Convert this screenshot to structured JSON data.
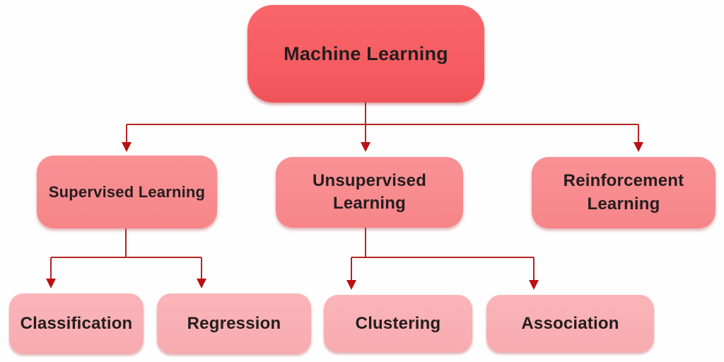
{
  "diagram": {
    "type": "hierarchy-flowchart",
    "title": "Machine Learning",
    "colors": {
      "background": "#fefefe",
      "root_fill": "#f75f63",
      "level2_fill": "#f88e91",
      "level3_fill": "#f9b1b5",
      "connector": "#b32426",
      "arrowhead": "#bd1013",
      "text": "#241d1f"
    },
    "nodes": {
      "root": {
        "label": "Machine Learning"
      },
      "supervised": {
        "label": "Supervised Learning"
      },
      "unsupervised": {
        "label": "Unsupervised Learning"
      },
      "reinforcement": {
        "label": "Reinforcement Learning"
      },
      "classification": {
        "label": "Classification"
      },
      "regression": {
        "label": "Regression"
      },
      "clustering": {
        "label": "Clustering"
      },
      "association": {
        "label": "Association"
      }
    },
    "edges": [
      {
        "from": "Machine Learning",
        "to": "Supervised Learning"
      },
      {
        "from": "Machine Learning",
        "to": "Unsupervised Learning"
      },
      {
        "from": "Machine Learning",
        "to": "Reinforcement Learning"
      },
      {
        "from": "Supervised Learning",
        "to": "Classification"
      },
      {
        "from": "Supervised Learning",
        "to": "Regression"
      },
      {
        "from": "Unsupervised Learning",
        "to": "Clustering"
      },
      {
        "from": "Unsupervised Learning",
        "to": "Association"
      }
    ]
  }
}
